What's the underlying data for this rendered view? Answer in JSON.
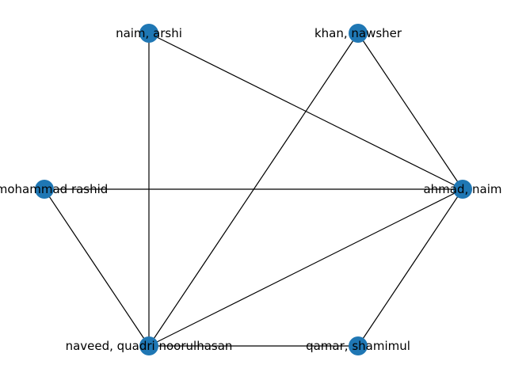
{
  "graph": {
    "node_color": "#1f77b4",
    "edge_color": "#000000",
    "nodes": [
      {
        "id": "naim_arshi",
        "label": "naim, arshi"
      },
      {
        "id": "khan_nawsher",
        "label": "khan, nawsher"
      },
      {
        "id": "mohammad_rashid",
        "label": "n, mohammad rashid"
      },
      {
        "id": "ahmad_naim",
        "label": "ahmad, naim"
      },
      {
        "id": "naveed_quadri",
        "label": "naveed, quadri noorulhasan"
      },
      {
        "id": "qamar_shamimul",
        "label": "qamar, shamimul"
      }
    ],
    "edges": [
      [
        "naim_arshi",
        "ahmad_naim"
      ],
      [
        "naim_arshi",
        "naveed_quadri"
      ],
      [
        "khan_nawsher",
        "ahmad_naim"
      ],
      [
        "khan_nawsher",
        "naveed_quadri"
      ],
      [
        "mohammad_rashid",
        "ahmad_naim"
      ],
      [
        "mohammad_rashid",
        "naveed_quadri"
      ],
      [
        "ahmad_naim",
        "naveed_quadri"
      ],
      [
        "ahmad_naim",
        "qamar_shamimul"
      ],
      [
        "naveed_quadri",
        "qamar_shamimul"
      ]
    ]
  }
}
